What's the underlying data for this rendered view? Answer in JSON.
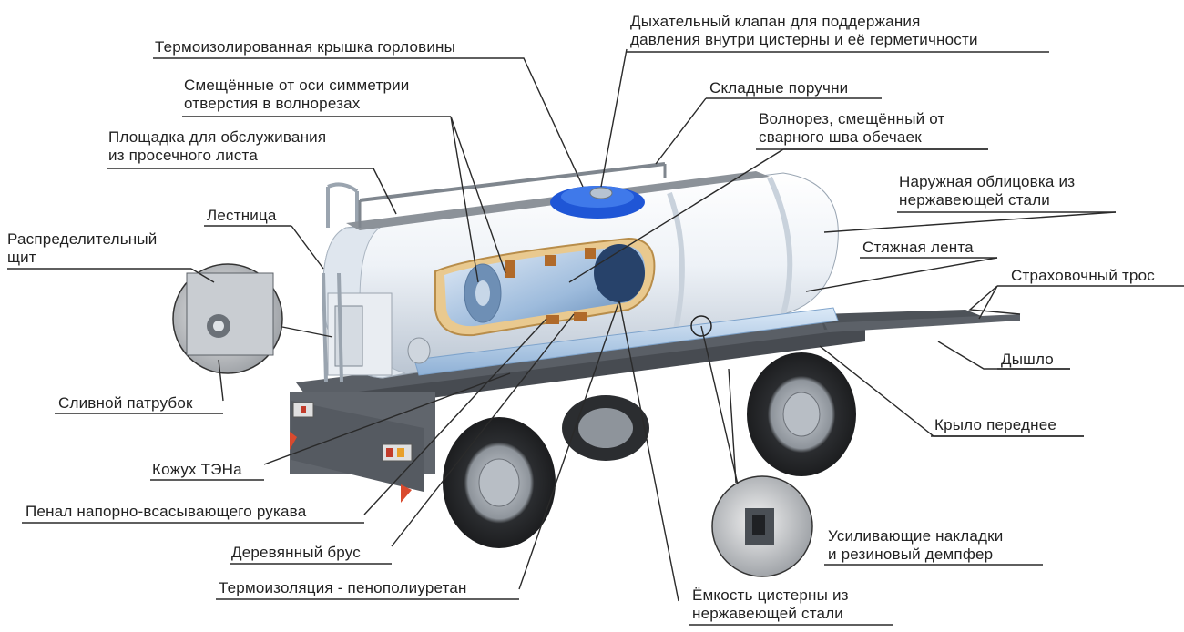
{
  "labels": {
    "breathing_valve": [
      "Дыхательный клапан для поддержания",
      "давления внутри цистерны и её герметичности"
    ],
    "thermo_cover": [
      "Термоизолированная крышка горловины"
    ],
    "offset_holes": [
      "Смещённые от оси симметрии",
      "отверстия в волнорезах"
    ],
    "folding_rails": [
      "Складные поручни"
    ],
    "platform": [
      "Площадка для обслуживания",
      "из просечного листа"
    ],
    "baffle": [
      "Волнорез, смещённый от",
      "сварного шва обечаек"
    ],
    "cladding": [
      "Наружная облицовка из",
      "нержавеющей стали"
    ],
    "ladder": [
      "Лестница"
    ],
    "strap": [
      "Стяжная лента"
    ],
    "distribution_board": [
      "Распределительный",
      "щит"
    ],
    "safety_cable": [
      "Страховочный трос"
    ],
    "drawbar": [
      "Дышло"
    ],
    "drain_pipe": [
      "Сливной патрубок"
    ],
    "front_fender": [
      "Крыло переднее"
    ],
    "heater_casing": [
      "Кожух ТЭНа"
    ],
    "hose_case": [
      "Пенал напорно-всасывающего рукава"
    ],
    "reinforcing_pads": [
      "Усиливающие накладки",
      "и резиновый демпфер"
    ],
    "wooden_beam": [
      "Деревянный брус"
    ],
    "thermal_insulation": [
      "Термоизоляция - пенополиуретан"
    ],
    "tank_body": [
      "Ёмкость цистерны из",
      "нержавеющей стали"
    ]
  },
  "colors": {
    "tank_white": "#eef2f7",
    "tank_shadow": "#b9c4d1",
    "insulation": "#e9c98f",
    "wood_block": "#b06a2a",
    "inner_blue": "#7fa6cf",
    "chassis": "#5a5f66",
    "tire": "#2b2d30",
    "valve_blue": "#1f56d6",
    "pipe_blue": "#b7d3ef",
    "leader_line": "#2a2a2a"
  }
}
